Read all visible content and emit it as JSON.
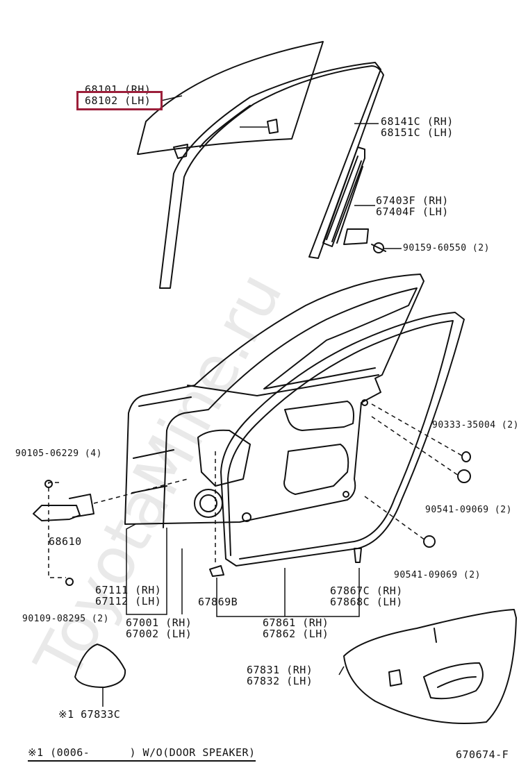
{
  "watermark": "ToyotaMine.ru",
  "highlight_color": "#9c1f3a",
  "labels": {
    "p68101": "68101 (RH)",
    "p68102": "68102 (LH)",
    "p68141": "68141C (RH)",
    "p68151": "68151C (LH)",
    "p67403": "67403F (RH)",
    "p67404": "67404F (LH)",
    "p90159": "90159-60550 (2)",
    "p90333": "90333-35004 (2)",
    "p90105": "90105-06229 (4)",
    "p90541a": "90541-09069 (2)",
    "p68610": "68610",
    "p90541b": "90541-09069 (2)",
    "p67111": "67111 (RH)",
    "p67112": "67112 (LH)",
    "p67867": "67867C (RH)",
    "p67869": "67869B",
    "p67868": "67868C (LH)",
    "p90109": "90109-08295 (2)",
    "p67001": "67001 (RH)",
    "p67002": "67002 (LH)",
    "p67861": "67861 (RH)",
    "p67862": "67862 (LH)",
    "p67831": "67831 (RH)",
    "p67832": "67832 (LH)",
    "p67833": "※1 67833C"
  },
  "footnote": "※1 (0006-      ) W/O(DOOR SPEAKER)",
  "diagram_code": "670674-F"
}
